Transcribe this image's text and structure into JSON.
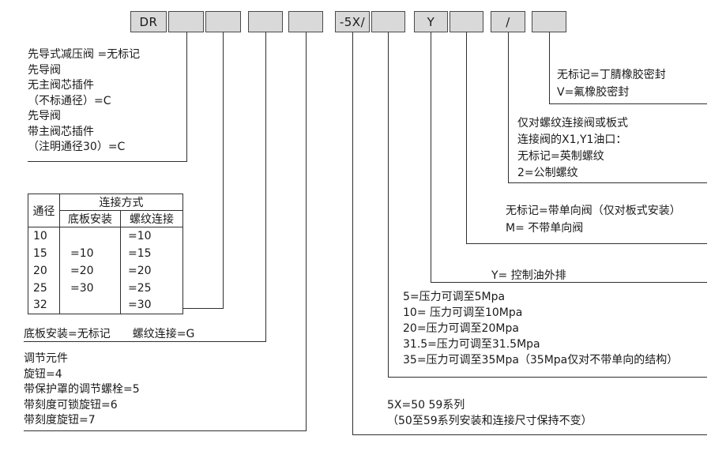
{
  "code_boxes": [
    {
      "label": "DR"
    },
    {
      "label": ""
    },
    {
      "label": ""
    },
    {
      "label": ""
    },
    {
      "label": ""
    },
    {
      "label": "-5X/"
    },
    {
      "label": ""
    },
    {
      "label": "Y"
    },
    {
      "label": ""
    },
    {
      "label": "/"
    },
    {
      "label": ""
    }
  ],
  "annotations": {
    "pilot": {
      "lines": [
        "先导式减压阀 =无标记",
        "先导阀",
        "无主阀芯插件",
        "（不标通径）=C",
        "先导阀",
        "带主阀芯插件",
        "（注明通径30）=C"
      ]
    },
    "mounting": {
      "text": "底板安装=无标记　　螺纹连接=G"
    },
    "adjustment": {
      "lines": [
        "调节元件",
        "旋钮=4",
        "带保护罩的调节螺栓=5",
        "带刻度可锁旋钮=6",
        "带刻度旋钮=7"
      ]
    },
    "series": {
      "lines": [
        "5X=50 59系列",
        "（50至59系列安装和连接尺寸保持不变）"
      ]
    },
    "pressure": {
      "lines": [
        "5=压力可调至5Mpa",
        "10= 压力可调至10Mpa",
        "20=压力可调至20Mpa",
        "31.5=压力可调至31.5Mpa",
        "35=压力可调至35Mpa（35Mpa仅对不带单向的结构）"
      ]
    },
    "drain": {
      "text": "Y= 控制油外排"
    },
    "check_valve": {
      "lines": [
        "无标记=带单向阀（仅对板式安装）",
        "M= 不带单向阀"
      ]
    },
    "thread": {
      "lines": [
        "仅对螺纹连接阀或板式",
        "连接阀的X1,Y1油口：",
        "无标记=英制螺纹",
        "2=公制螺纹"
      ]
    },
    "seal": {
      "lines": [
        "无标记=丁腈橡胶密封",
        "V=氟橡胶密封"
      ]
    }
  },
  "size_table": {
    "header": {
      "col1": "通径",
      "group": "连接方式",
      "col2": "底板安装",
      "col3": "螺纹连接"
    },
    "rows": [
      {
        "size": "10",
        "subplate": "",
        "threaded": "=10"
      },
      {
        "size": "15",
        "subplate": "=10",
        "threaded": "=15"
      },
      {
        "size": "20",
        "subplate": "=20",
        "threaded": "=20"
      },
      {
        "size": "25",
        "subplate": "=30",
        "threaded": "=25"
      },
      {
        "size": "32",
        "subplate": "",
        "threaded": "=30"
      }
    ]
  },
  "colors": {
    "box_fill": "#d9d9d9",
    "line": "#2f2f2f",
    "text": "#1a1a1a",
    "background": "#ffffff"
  }
}
